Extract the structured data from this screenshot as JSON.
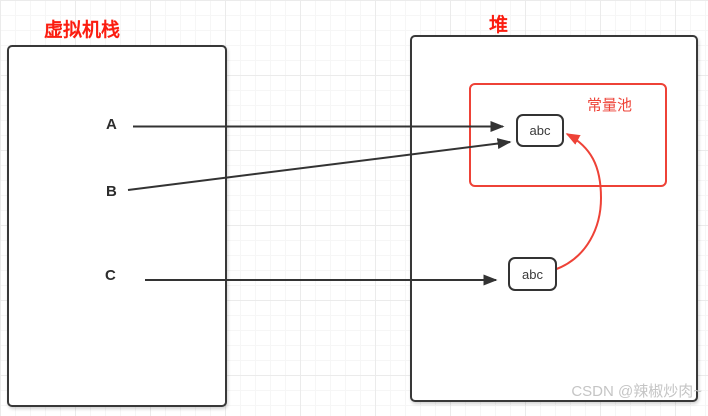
{
  "diagram": {
    "titles": {
      "stack": "虚拟机栈",
      "heap": "堆"
    },
    "constant_pool": {
      "label": "常量池",
      "item": "abc"
    },
    "heap_item": "abc",
    "stack_refs": [
      {
        "label": "A"
      },
      {
        "label": "B"
      },
      {
        "label": "C"
      }
    ],
    "relations": [
      {
        "from": "A",
        "to": "constant-pool-abc",
        "style": "black-arrow"
      },
      {
        "from": "B",
        "to": "constant-pool-abc",
        "style": "black-arrow"
      },
      {
        "from": "C",
        "to": "heap-abc",
        "style": "black-arrow"
      },
      {
        "from": "heap-abc",
        "to": "constant-pool-abc",
        "style": "red-curved-arrow"
      }
    ],
    "watermark": "CSDN @辣椒炒肉~",
    "colors": {
      "title_red": "#fb1d10",
      "pool_red": "#ee4237",
      "arrow_red": "#ee4237",
      "line_dark": "#333333",
      "border_dark": "#383838",
      "watermark_gray": "#c5c5c5"
    }
  }
}
